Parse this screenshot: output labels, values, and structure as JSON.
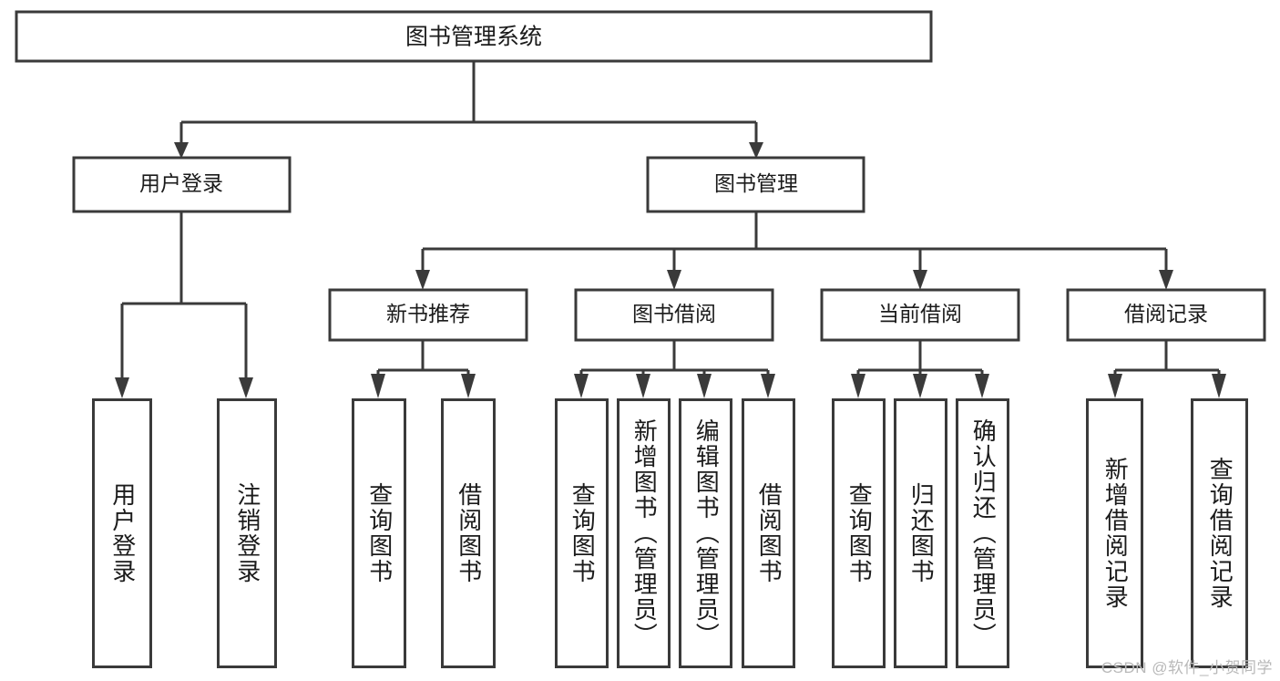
{
  "diagram": {
    "title": "图书管理系统",
    "watermark": "CSDN @软件_小贺同学",
    "style": {
      "stroke_color": "#3a3a3a",
      "fill_color": "#ffffff",
      "text_color": "#1b1b1b",
      "watermark_color": "#b9b9b9",
      "background": "#ffffff"
    },
    "root": {
      "label": "图书管理系统"
    },
    "level1": [
      {
        "label": "用户登录"
      },
      {
        "label": "图书管理"
      }
    ],
    "level2": [
      {
        "label": "新书推荐"
      },
      {
        "label": "图书借阅"
      },
      {
        "label": "当前借阅"
      },
      {
        "label": "借阅记录"
      }
    ],
    "leaves": {
      "user_login": [
        {
          "label": "用户登录"
        },
        {
          "label": "注销登录"
        }
      ],
      "new_book_recommend": [
        {
          "label": "查询图书"
        },
        {
          "label": "借阅图书"
        }
      ],
      "book_borrow": [
        {
          "label": "查询图书"
        },
        {
          "label": "新增图书（管理员）"
        },
        {
          "label": "编辑图书（管理员）"
        },
        {
          "label": "借阅图书"
        }
      ],
      "current_borrow": [
        {
          "label": "查询图书"
        },
        {
          "label": "归还图书"
        },
        {
          "label": "确认归还（管理员）"
        }
      ],
      "borrow_record": [
        {
          "label": "新增借阅记录"
        },
        {
          "label": "查询借阅记录"
        }
      ]
    }
  }
}
